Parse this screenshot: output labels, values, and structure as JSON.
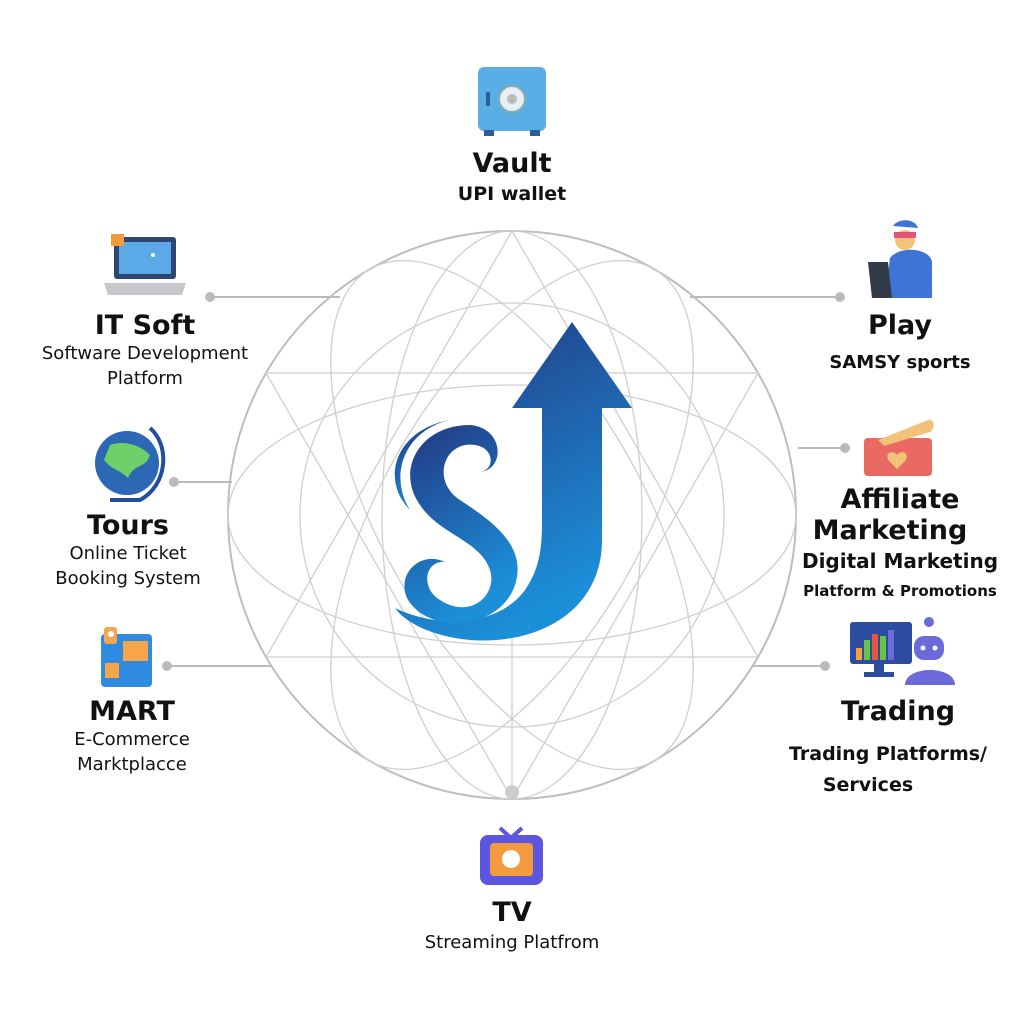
{
  "colors": {
    "brand_dark": "#23367f",
    "brand_light": "#1c8fd9",
    "line": "#c8c8c8"
  },
  "center_logo": {
    "letters": "SJ",
    "icon": "upward-arrow-logo"
  },
  "nodes": {
    "vault": {
      "title": "Vault",
      "subtitle": "UPI wallet",
      "icon": "safe-icon"
    },
    "itsoft": {
      "title": "IT Soft",
      "subtitle_lines": [
        "Software Development",
        "Platform"
      ],
      "icon": "laptop-icon"
    },
    "tours": {
      "title": "Tours",
      "subtitle_lines": [
        "Online Ticket",
        "Booking System"
      ],
      "icon": "globe-icon"
    },
    "mart": {
      "title": "MART",
      "subtitle_lines": [
        "E-Commerce",
        "Marktplacce"
      ],
      "icon": "store-icon"
    },
    "play": {
      "title": "Play",
      "subtitle": "SAMSY sports",
      "icon": "gamer-icon"
    },
    "affiliate": {
      "title_lines": [
        "Affiliate",
        "Marketing"
      ],
      "subtitle_lines": [
        "Digital Marketing",
        "Platform & Promotions"
      ],
      "icon": "heart-box-icon"
    },
    "trading": {
      "title": "Trading",
      "subtitle_lines": [
        "Trading Platforms/",
        "Services"
      ],
      "icon": "chart-robot-icon"
    },
    "tv": {
      "title": "TV",
      "subtitle": "Streaming Platfrom",
      "icon": "tv-icon"
    }
  }
}
